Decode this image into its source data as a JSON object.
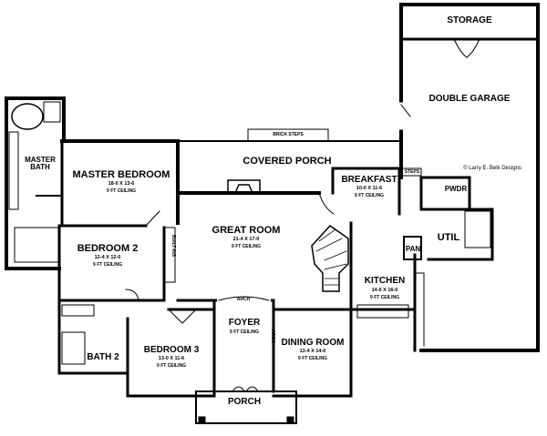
{
  "rooms": {
    "storage": {
      "name": "STORAGE"
    },
    "double_garage": {
      "name": "DOUBLE GARAGE"
    },
    "master_bath": {
      "name": "MASTER BATH"
    },
    "master_bedroom": {
      "name": "MASTER BEDROOM",
      "dims": "18-0 X 13-6",
      "ceiling": "9 FT CEILING"
    },
    "covered_porch": {
      "name": "COVERED PORCH"
    },
    "breakfast": {
      "name": "BREAKFAST",
      "dims": "10-0 X 11-6",
      "ceiling": "9 FT CEILING"
    },
    "great_room": {
      "name": "GREAT ROOM",
      "dims": "21-4 X 17-0",
      "ceiling": "9 FT CEILING"
    },
    "bedroom2": {
      "name": "BEDROOM 2",
      "dims": "12-4 X 12-0",
      "ceiling": "9 FT CEILING"
    },
    "kitchen": {
      "name": "KITCHEN",
      "dims": "14-6 X 16-0",
      "ceiling": "9 FT CEILING"
    },
    "foyer": {
      "name": "FOYER",
      "ceiling": "9 FT CEILING"
    },
    "dining_room": {
      "name": "DINING ROOM",
      "dims": "13-4 X 14-0",
      "ceiling": "9 FT CEILING"
    },
    "bedroom3": {
      "name": "BEDROOM 3",
      "dims": "13-0 X 11-6",
      "ceiling": "9 FT CEILING"
    },
    "bath2": {
      "name": "BATH 2"
    },
    "porch": {
      "name": "PORCH"
    },
    "pwdr": {
      "name": "PWDR"
    },
    "util": {
      "name": "UTIL"
    },
    "pan": {
      "name": "PAN"
    }
  },
  "annotations": {
    "brick_steps": "BRICK STEPS",
    "steps": "STEPS",
    "built_ins": "BUILT-INS",
    "arch_top": "ARCH",
    "arch_foyer": "ARCH",
    "copyright": "© Larry E. Belk Designs"
  },
  "colors": {
    "line": "#000000",
    "background": "#ffffff"
  }
}
